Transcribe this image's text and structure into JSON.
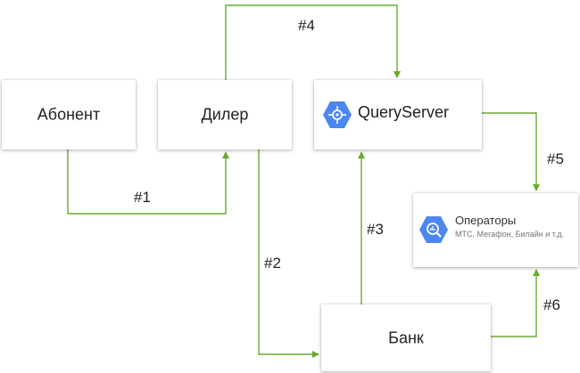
{
  "nodes": {
    "abonent": {
      "label": "Абонент"
    },
    "diler": {
      "label": "Дилер"
    },
    "queryserver": {
      "label": "QueryServer",
      "icon": "compute-engine-icon"
    },
    "operatory": {
      "title": "Операторы",
      "subtitle": "МТС, Мегафон, Билайн и т.д.",
      "icon": "bigquery-icon"
    },
    "bank": {
      "label": "Банк"
    }
  },
  "edges": [
    {
      "id": "e1",
      "label": "#1",
      "from": "Абонент",
      "to": "Дилер"
    },
    {
      "id": "e2",
      "label": "#2",
      "from": "Дилер",
      "to": "Банк"
    },
    {
      "id": "e3",
      "label": "#3",
      "from": "Банк",
      "to": "QueryServer"
    },
    {
      "id": "e4",
      "label": "#4",
      "from": "Дилер",
      "to": "QueryServer"
    },
    {
      "id": "e5",
      "label": "#5",
      "from": "QueryServer",
      "to": "Операторы"
    },
    {
      "id": "e6",
      "label": "#6",
      "from": "Банк",
      "to": "Операторы"
    }
  ],
  "colors": {
    "edge": "#6aaa2e",
    "icon": "#4c86f0",
    "node_bg": "#ffffff"
  }
}
